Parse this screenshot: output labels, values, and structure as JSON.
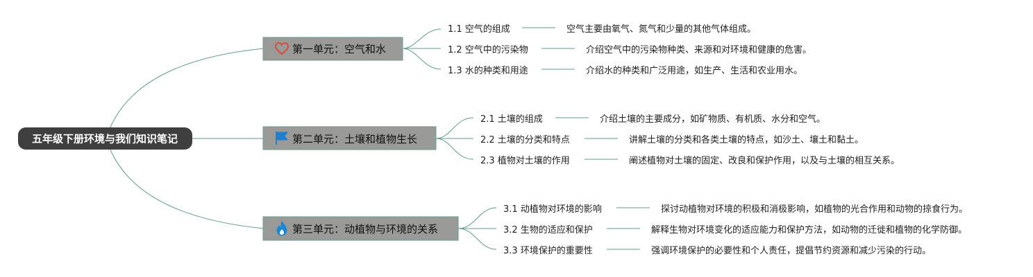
{
  "root": {
    "title": "五年级下册环境与我们知识笔记"
  },
  "units": [
    {
      "title": "第一单元：空气和水",
      "icon": "heart-icon",
      "icon_color": "#e0453a",
      "items": [
        {
          "topic": "1.1 空气的组成",
          "desc": "空气主要由氧气、氮气和少量的其他气体组成。"
        },
        {
          "topic": "1.2 空气中的污染物",
          "desc": "介绍空气中的污染物种类、来源和对环境和健康的危害。"
        },
        {
          "topic": "1.3 水的种类和用途",
          "desc": "介绍水的种类和广泛用途，如生产、生活和农业用水。"
        }
      ]
    },
    {
      "title": "第二单元：土壤和植物生长",
      "icon": "flag-icon",
      "icon_color": "#1e7fd1",
      "items": [
        {
          "topic": "2.1 土壤的组成",
          "desc": "介绍土壤的主要成分，如矿物质、有机质、水分和空气。"
        },
        {
          "topic": "2.2 土壤的分类和特点",
          "desc": "讲解土壤的分类和各类土壤的特点，如沙土、壤土和黏土。"
        },
        {
          "topic": "2.3 植物对土壤的作用",
          "desc": "阐述植物对土壤的固定、改良和保护作用，以及与土壤的相互关系。"
        }
      ]
    },
    {
      "title": "第三单元：动植物与环境的关系",
      "icon": "flame-icon",
      "icon_color": "#1c86d6",
      "items": [
        {
          "topic": "3.1 动植物对环境的影响",
          "desc": "探讨动植物对环境的积极和消极影响，如植物的光合作用和动物的掠食行为。"
        },
        {
          "topic": "3.2 生物的适应和保护",
          "desc": "解释生物对环境变化的适应能力和保护方法，如动物的迁徙和植物的化学防御。"
        },
        {
          "topic": "3.3 环境保护的重要性",
          "desc": "强调环境保护的必要性和个人责任，提倡节约资源和减少污染的行动。"
        }
      ]
    }
  ]
}
